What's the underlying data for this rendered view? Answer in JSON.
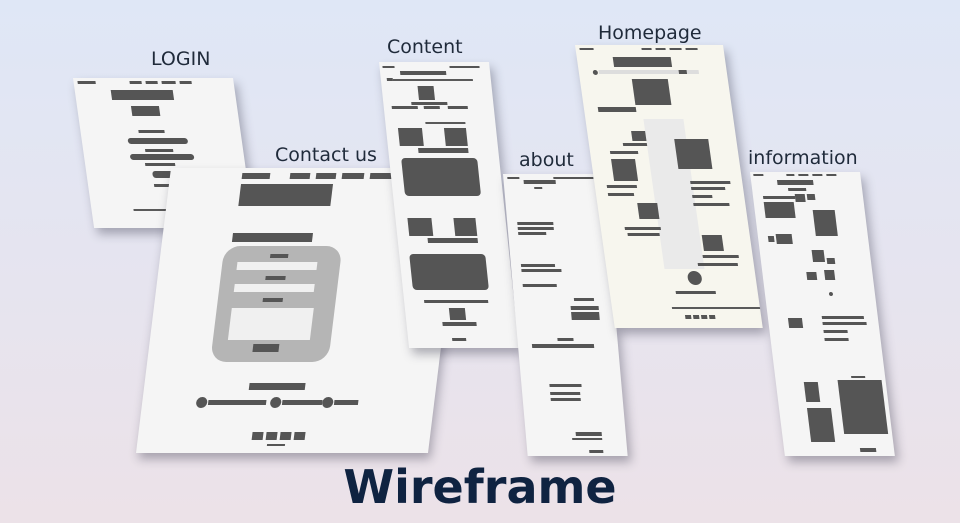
{
  "labels": {
    "login": "LOGIN",
    "contact": "Contact us",
    "content": "Content",
    "homepage": "Homepage",
    "about": "about",
    "information": "information"
  },
  "title": "Wireframe"
}
